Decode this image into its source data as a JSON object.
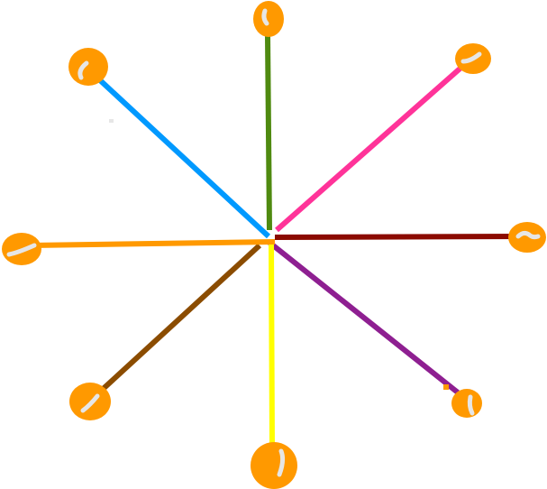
{
  "drawing": {
    "background": "#ffffff",
    "node_color": "#ff9900",
    "highlight_color": "#e6e6e6",
    "spokes": [
      {
        "name": "spoke-up",
        "color": "#4f8a10"
      },
      {
        "name": "spoke-up-right",
        "color": "#ff3399"
      },
      {
        "name": "spoke-right",
        "color": "#8b0a00"
      },
      {
        "name": "spoke-down-right",
        "color": "#8e1f91"
      },
      {
        "name": "spoke-down",
        "color": "#ffff00"
      },
      {
        "name": "spoke-down-left",
        "color": "#8b4c00"
      },
      {
        "name": "spoke-left",
        "color": "#ff9900"
      },
      {
        "name": "spoke-up-left",
        "color": "#0099ff"
      }
    ]
  }
}
